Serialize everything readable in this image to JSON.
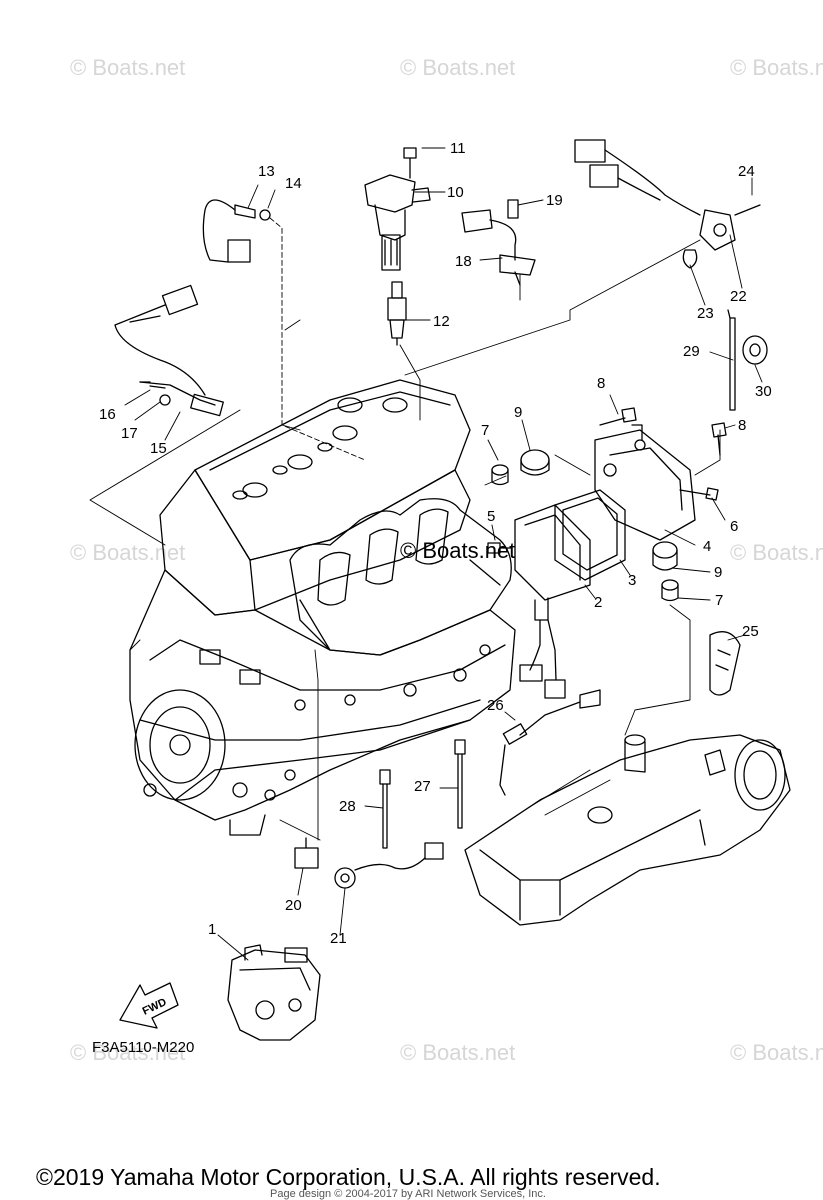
{
  "watermark": "© Boats.net",
  "center_watermark": "© Boats.net",
  "figure_code": "F3A5110-M220",
  "fwd_label": "FWD",
  "copyright": "©2019 Yamaha Motor Corporation, U.S.A. All rights reserved.",
  "credit": "Page design © 2004-2017 by ARI Network Services, Inc.",
  "callouts": {
    "c1": "1",
    "c2": "2",
    "c3": "3",
    "c4": "4",
    "c5": "5",
    "c6": "6",
    "c7a": "7",
    "c7b": "7",
    "c8a": "8",
    "c8b": "8",
    "c9a": "9",
    "c9b": "9",
    "c10": "10",
    "c11": "11",
    "c12": "12",
    "c13": "13",
    "c14": "14",
    "c15": "15",
    "c16": "16",
    "c17": "17",
    "c18": "18",
    "c19": "19",
    "c20": "20",
    "c21": "21",
    "c22": "22",
    "c23": "23",
    "c24": "24",
    "c25": "25",
    "c26": "26",
    "c27": "27",
    "c28": "28",
    "c29": "29",
    "c30": "30"
  },
  "colors": {
    "line": "#000000",
    "watermark": "#d6d6d6"
  }
}
